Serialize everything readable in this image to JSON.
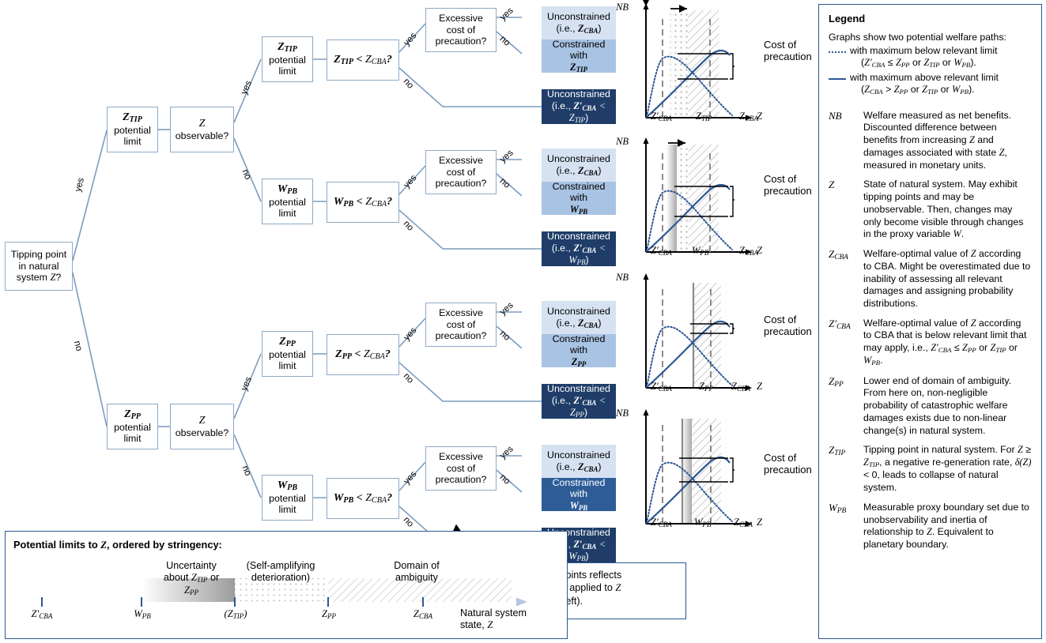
{
  "root": {
    "line1": "Tipping point",
    "line2": "in natural",
    "line3": "system Z?"
  },
  "edges": {
    "yes": "yes",
    "no": "no"
  },
  "branches": [
    {
      "limit_sym": "Z_TIP",
      "limit_l2": "potential",
      "limit_l3": "limit",
      "observable_l1": "Z",
      "observable_l2": "observable?",
      "compare": "Z_TIP < Z_CBA ?",
      "cost_l1": "Excessive",
      "cost_l2": "cost of",
      "cost_l3": "precaution?",
      "end_yes_l1": "Unconstrained",
      "end_yes_l2": "(i.e., Z_CBA)",
      "end_no_l1": "Constrained with",
      "end_no_l2": "Z_TIP",
      "end_branch_no_l1": "Unconstrained",
      "end_branch_no_l2": "(i.e., Z'_CBA < Z_TIP)"
    },
    {
      "limit_sym": "W_PB",
      "limit_l2": "potential",
      "limit_l3": "limit",
      "compare": "W_PB < Z_CBA ?",
      "cost_l1": "Excessive",
      "cost_l2": "cost of",
      "cost_l3": "precaution?",
      "end_yes_l1": "Unconstrained",
      "end_yes_l2": "(i.e., Z_CBA)",
      "end_no_l1": "Constrained with",
      "end_no_l2": "W_PB",
      "end_branch_no_l1": "Unconstrained",
      "end_branch_no_l2": "(i.e., Z'_CBA < W_PB)"
    },
    {
      "limit_sym": "Z_PP",
      "limit_l2": "potential",
      "limit_l3": "limit",
      "observable_l1": "Z",
      "observable_l2": "observable?",
      "compare": "Z_PP < Z_CBA ?",
      "cost_l1": "Excessive",
      "cost_l2": "cost of",
      "cost_l3": "precaution?",
      "end_yes_l1": "Unconstrained",
      "end_yes_l2": "(i.e., Z_CBA)",
      "end_no_l1": "Constrained with",
      "end_no_l2": "Z_PP",
      "end_branch_no_l1": "Unconstrained",
      "end_branch_no_l2": "(i.e., Z'_CBA < Z_PP)"
    },
    {
      "limit_sym": "W_PB",
      "limit_l2": "potential",
      "limit_l3": "limit",
      "compare": "W_PB < Z_CBA ?",
      "cost_l1": "Excessive",
      "cost_l2": "cost of",
      "cost_l3": "precaution?",
      "end_yes_l1": "Unconstrained",
      "end_yes_l2": "(i.e., Z_CBA)",
      "end_no_l1": "Constrained with",
      "end_no_l2": "W_PB",
      "end_branch_no_l1": "Unconstrained",
      "end_branch_no_l2": "(i.e., Z'_CBA < W_PB)"
    }
  ],
  "chart_data": [
    {
      "type": "line",
      "title": "",
      "ylabel": "NB",
      "xlabel": "Z",
      "tick_labels": [
        "Z'_CBA",
        "Z_TIP",
        "Z_CBA"
      ],
      "tick_x": [
        0.27,
        0.5,
        0.79
      ],
      "series": [
        {
          "name": "with maximum below relevant limit",
          "style": "dotted",
          "peak_x": 0.27
        },
        {
          "name": "with maximum above relevant limit",
          "style": "solid",
          "peak_x": 0.79
        }
      ],
      "bands": [
        {
          "kind": "dotted",
          "x0": 0.5,
          "x1": 0.66
        },
        {
          "kind": "hatched",
          "x0": 0.66,
          "x1": 0.93
        }
      ],
      "arrow": true,
      "annotation": "Cost of precaution"
    },
    {
      "type": "line",
      "title": "",
      "ylabel": "NB",
      "xlabel": "Z",
      "tick_labels": [
        "Z'_CBA",
        "W_PB",
        "Z_CBA"
      ],
      "tick_x": [
        0.27,
        0.46,
        0.79
      ],
      "series": [
        {
          "name": "with maximum below relevant limit",
          "style": "dotted",
          "peak_x": 0.27
        },
        {
          "name": "with maximum above relevant limit",
          "style": "solid",
          "peak_x": 0.79
        }
      ],
      "bands": [
        {
          "kind": "gradient",
          "x0": 0.455,
          "x1": 0.545
        },
        {
          "kind": "dotted",
          "x0": 0.545,
          "x1": 0.66
        },
        {
          "kind": "hatched",
          "x0": 0.66,
          "x1": 0.93
        }
      ],
      "arrow": true,
      "annotation": "Cost of precaution"
    },
    {
      "type": "line",
      "title": "",
      "ylabel": "NB",
      "xlabel": "Z",
      "tick_labels": [
        "Z'_CBA",
        "Z_PP",
        "Z_CBA"
      ],
      "tick_x": [
        0.27,
        0.66,
        0.79
      ],
      "series": [
        {
          "name": "with maximum below relevant limit",
          "style": "dotted",
          "peak_x": 0.27
        },
        {
          "name": "with maximum above relevant limit",
          "style": "solid",
          "peak_x": 0.79
        }
      ],
      "bands": [
        {
          "kind": "hatched",
          "x0": 0.66,
          "x1": 0.93
        }
      ],
      "arrow": false,
      "annotation": "Cost of precaution"
    },
    {
      "type": "line",
      "title": "",
      "ylabel": "NB",
      "xlabel": "Z",
      "tick_labels": [
        "Z'_CBA",
        "W_PB",
        "Z_CBA"
      ],
      "tick_x": [
        0.27,
        0.55,
        0.79
      ],
      "series": [
        {
          "name": "with maximum below relevant limit",
          "style": "dotted",
          "peak_x": 0.27
        },
        {
          "name": "with maximum above relevant limit",
          "style": "solid",
          "peak_x": 0.79
        }
      ],
      "bands": [
        {
          "kind": "gradient",
          "x0": 0.555,
          "x1": 0.655
        },
        {
          "kind": "hatched",
          "x0": 0.655,
          "x1": 0.93
        }
      ],
      "arrow": false,
      "annotation": "Cost of precaution"
    }
  ],
  "legend": {
    "title": "Legend",
    "intro": "Graphs show two potential welfare paths:",
    "path_dotted": "with maximum below relevant limit (Z'_CBA ≤ Z_PP or Z_TIP or W_PB).",
    "path_solid": "with maximum above relevant limit (Z_CBA > Z_PP or Z_TIP or W_PB).",
    "entries": [
      {
        "sym": "NB",
        "text": "Welfare measured as net benefits. Discounted difference between benefits from increasing Z and damages associated with state Z, measured in monetary units."
      },
      {
        "sym": "Z",
        "text": "State of natural system. May exhibit tipping points and may be unobservable. Then, changes may only become visible through changes in the proxy variable W."
      },
      {
        "sym": "Z_CBA",
        "text": "Welfare-optimal value of Z according to CBA. Might be overestimated due to inability of assessing all relevant damages and assigning probability distributions."
      },
      {
        "sym": "Z'_CBA",
        "text": "Welfare-optimal value of Z according to CBA that is below relevant limit that may apply, i.e., Z'_CBA ≤ Z_PP or Z_TIP or W_PB."
      },
      {
        "sym": "Z_PP",
        "text": "Lower end of domain of ambiguity. From here on, non-negligible probability of catastrophic welfare damages exists due to non-linear change(s) in natural system."
      },
      {
        "sym": "Z_TIP",
        "text": "Tipping point in natural system. For Z ≥ Z_TIP, a negative re-generation rate, δ(Z) < 0, leads to collapse of natural system."
      },
      {
        "sym": "W_PB",
        "text": "Measurable proxy boundary set due to unobservability and inertia of relationship to Z. Equivalent to planetary boundary."
      }
    ]
  },
  "callout": {
    "line1": "Shade of branch end points reflects",
    "line2": "stringency of limit to be applied to Z",
    "line3": "(see also arrow to the left)."
  },
  "bottom_panel": {
    "title": "Potential limits to Z, ordered by stringency:",
    "band_labels": [
      {
        "l1": "Uncertainty",
        "l2": "about Z_TIP or",
        "l3": "Z_PP"
      },
      {
        "l1": "(Self-amplifying",
        "l2": "deterioration)",
        "l3": ""
      },
      {
        "l1": "Domain of",
        "l2": "ambiguity",
        "l3": ""
      }
    ],
    "ticks": [
      "Z'_CBA",
      "W_PB",
      "(Z_TIP)",
      "Z_PP",
      "Z_CBA"
    ],
    "axis_end_l1": "Natural system",
    "axis_end_l2": "state, Z"
  },
  "colors": {
    "line_blue": "#2d5894",
    "box_border": "#8fa9c4",
    "shade_light": "#d6e2f2",
    "shade_mid": "#a8c3e3",
    "shade_dark": "#2e5c97",
    "shade_darkest": "#1f3d68"
  }
}
